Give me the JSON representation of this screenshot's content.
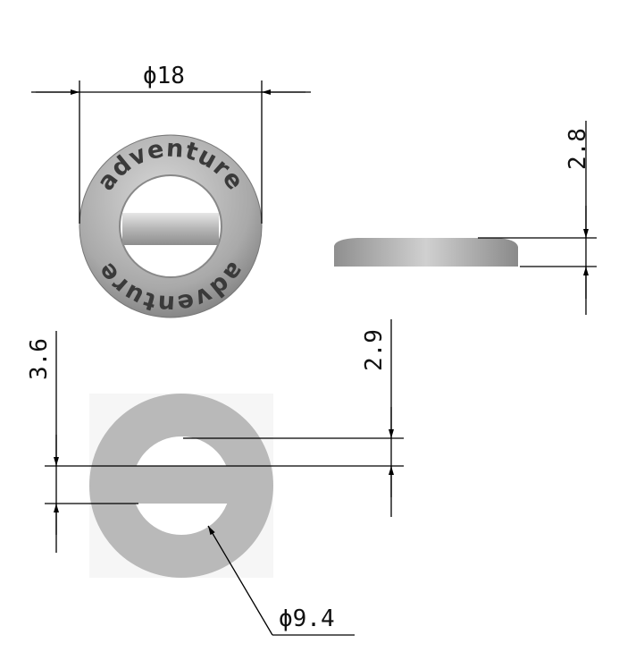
{
  "top_view": {
    "diameter_label": "ϕ18",
    "ring_text_top": "adventure",
    "ring_text_bottom": "adventure"
  },
  "side_view": {
    "height_label": "2.8"
  },
  "bottom_view": {
    "left_label": "3.6",
    "right_label": "2.9",
    "hole_label": "ϕ9.4"
  },
  "colors": {
    "part": "#b9b9b9",
    "line": "#000000"
  }
}
